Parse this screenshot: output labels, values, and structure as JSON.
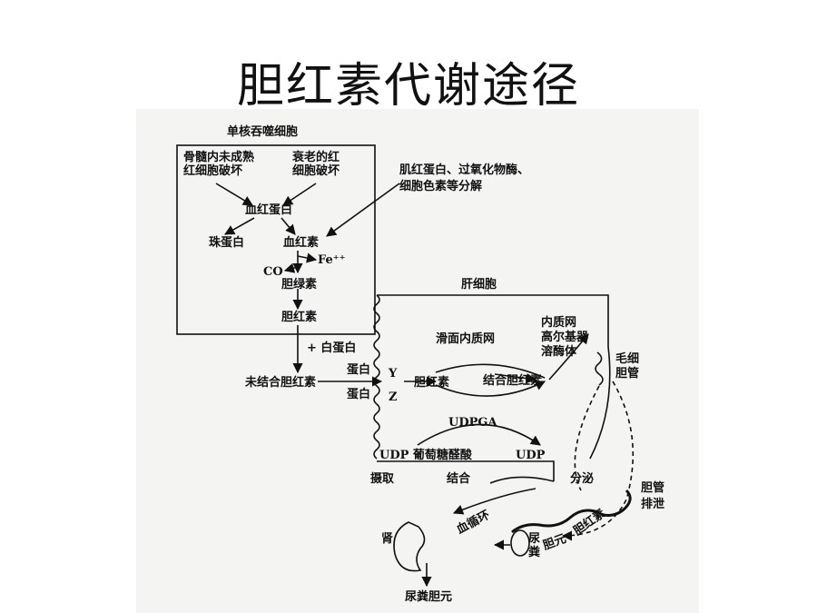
{
  "title": "胆红素代谢途径",
  "labels": {
    "monocyte": "单核吞噬细胞",
    "immature_rbc_1": "骨髓内未成熟",
    "immature_rbc_2": "红细胞破坏",
    "aged_rbc_1": "衰老的红",
    "aged_rbc_2": "细胞破坏",
    "myoglobin_1": "肌红蛋白、过氧化物酶、",
    "myoglobin_2": "细胞色素等分解",
    "hemoglobin": "血红蛋白",
    "globin": "珠蛋白",
    "heme": "血红素",
    "fe": "Fe⁺⁺",
    "co": "CO",
    "biliverdin": "胆绿素",
    "bilirubin_cell": "胆红素",
    "plus_albumin": "+ 白蛋白",
    "unconjugated": "未结合胆红素",
    "protein_top": "蛋白",
    "protein_bottom": "蛋白",
    "y": "Y",
    "z": "Z",
    "bilirubin_liver": "胆红素",
    "liver_cell": "肝细胞",
    "smooth_er": "滑面内质网",
    "er": "内质网",
    "golgi": "高尔基器",
    "lysosome": "溶酶体",
    "capillary_1": "毛细",
    "capillary_2": "胆管",
    "conjugated": "结合胆红素",
    "udpga": "UDPGA",
    "udp_gluc": "UDP 葡萄糖醛酸",
    "udp": "UDP",
    "uptake": "摄取",
    "conjugation": "结合",
    "secretion": "分泌",
    "bile_duct": "胆管",
    "excretion": "排泄",
    "circulation": "血循环",
    "kidney": "肾",
    "urobilinogen_gut": "胆元",
    "bilirubin_gut": "胆红素",
    "feces_1": "尿",
    "feces_2": "粪",
    "urine_bilinogen": "尿粪胆元"
  }
}
